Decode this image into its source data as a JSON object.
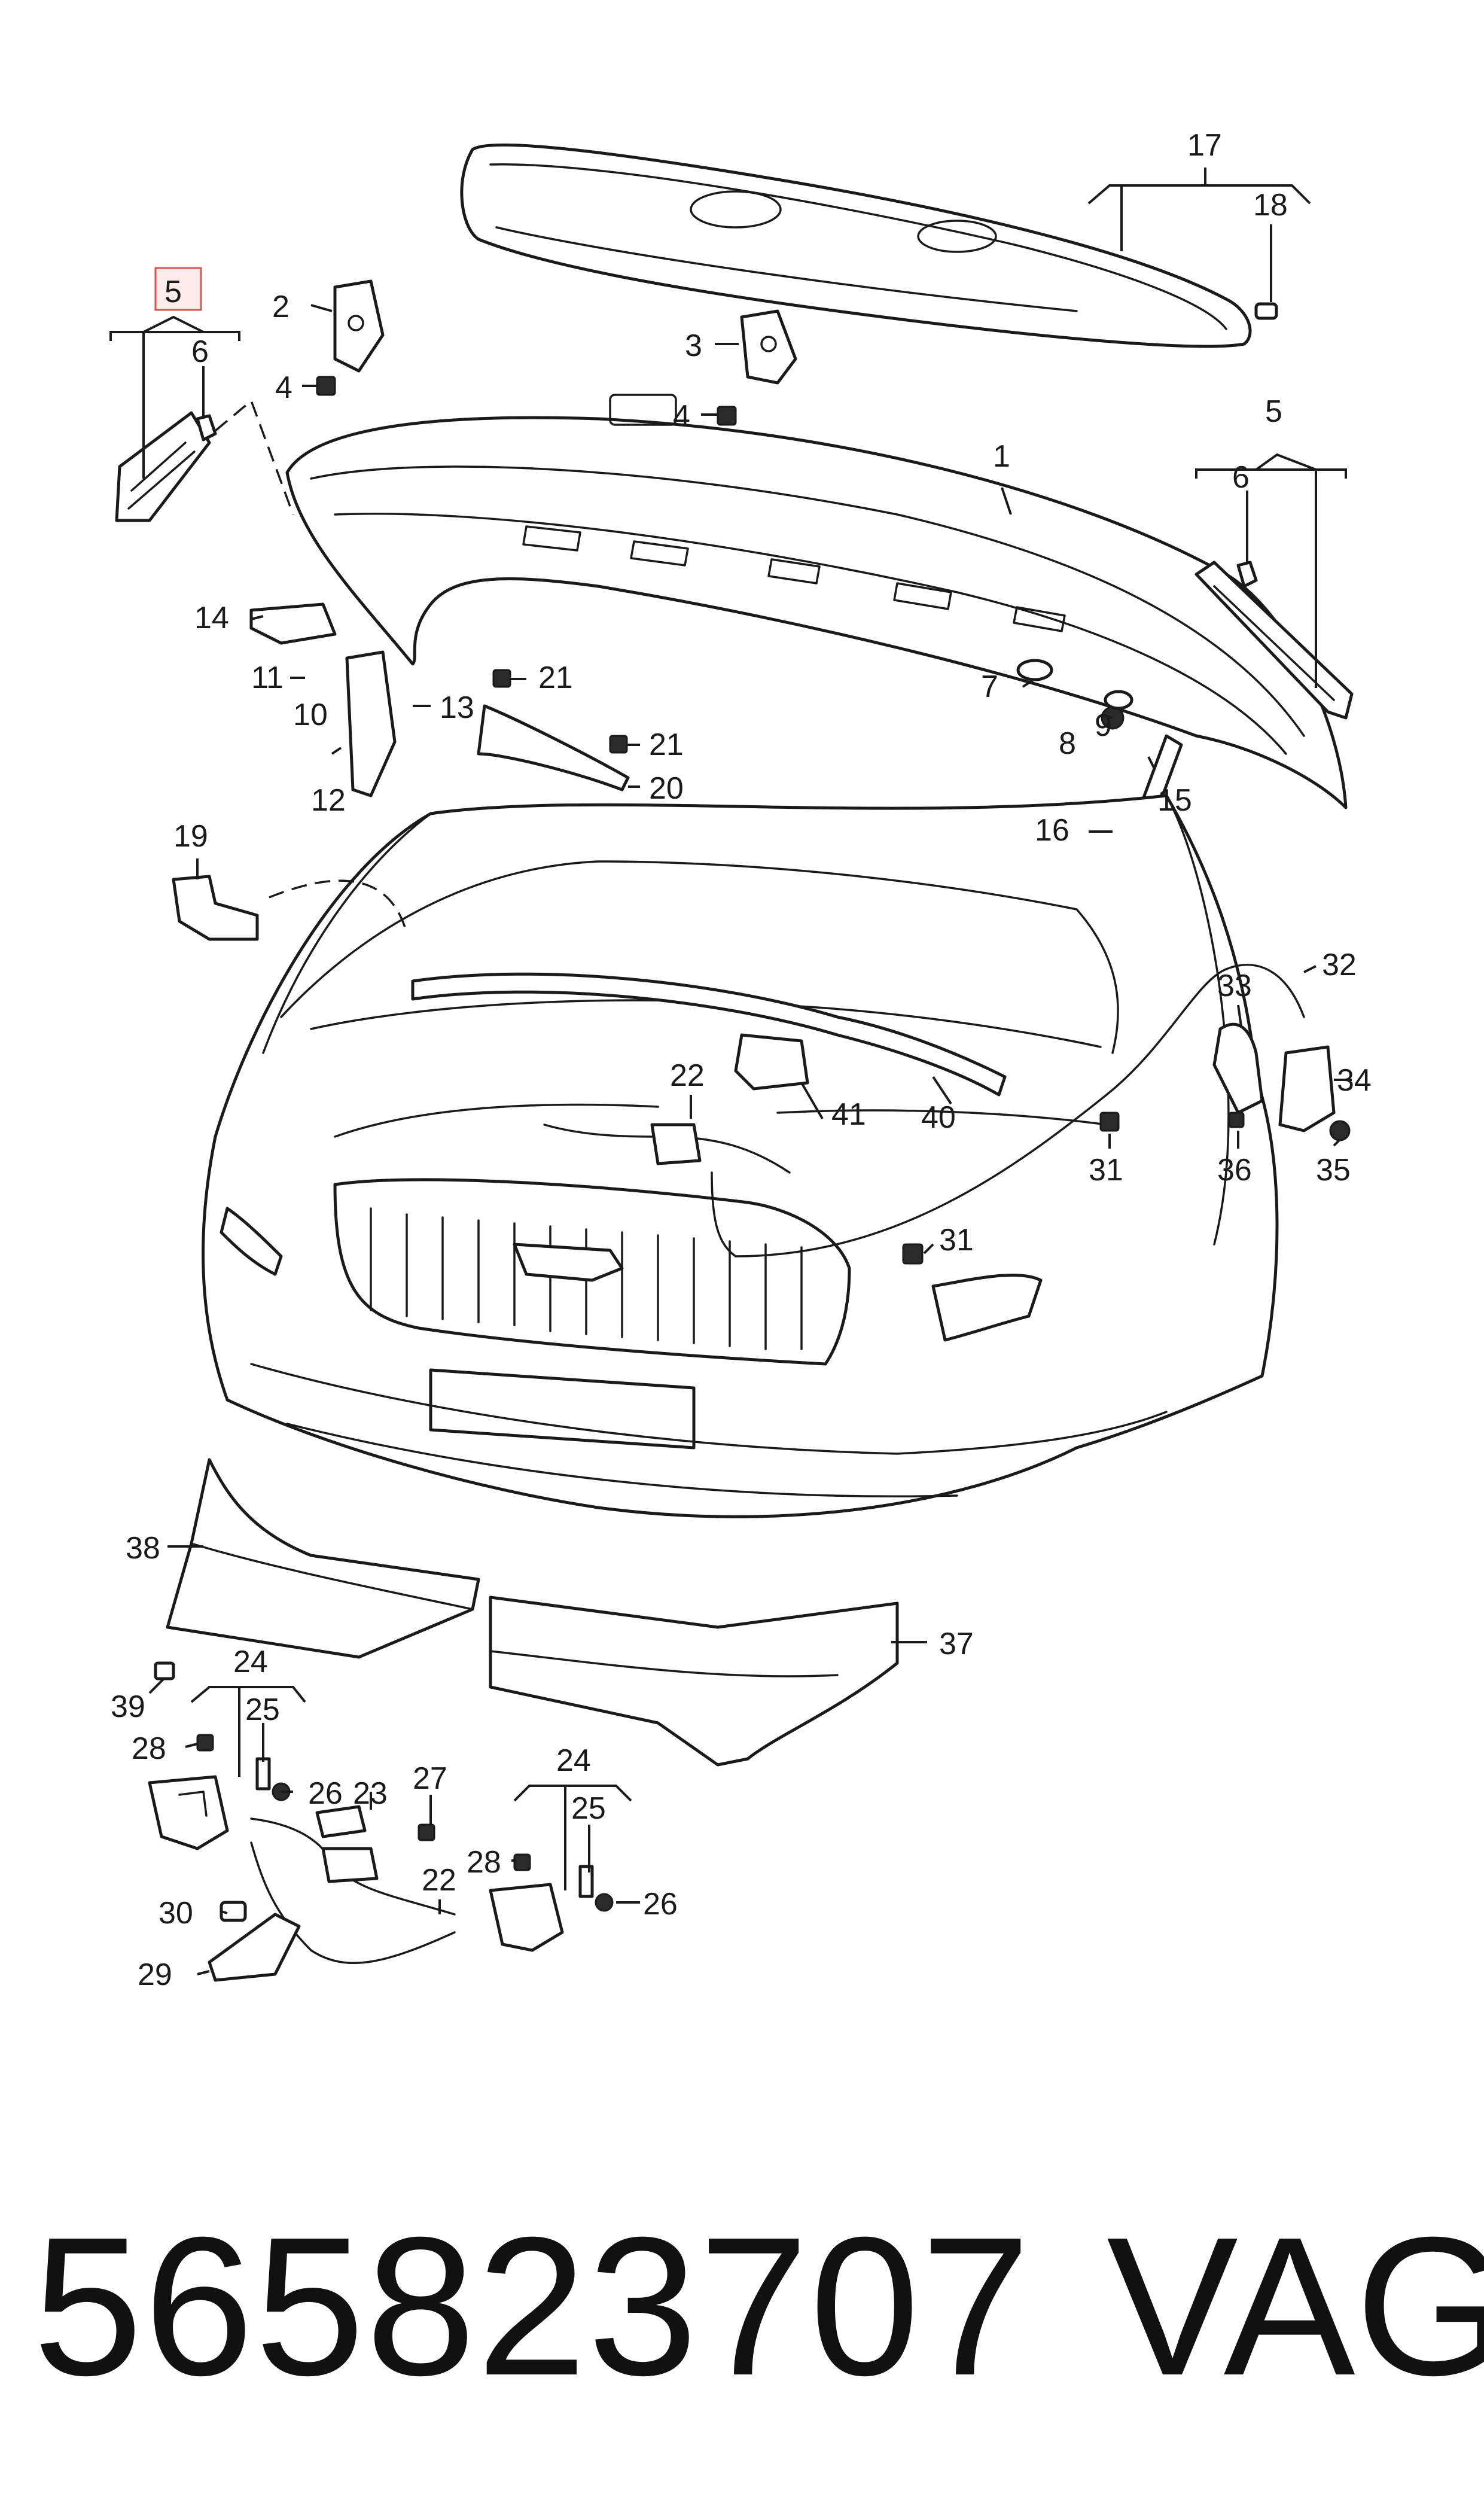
{
  "diagram": {
    "highlighted_callout": "5",
    "callouts": {
      "c1": "1",
      "c2": "2",
      "c3": "3",
      "c4a": "4",
      "c4b": "4",
      "c5a": "5",
      "c5b": "5",
      "c6a": "6",
      "c6b": "6",
      "c7": "7",
      "c8": "8",
      "c9": "9",
      "c10": "10",
      "c11": "11",
      "c12": "12",
      "c13": "13",
      "c14": "14",
      "c15": "15",
      "c16": "16",
      "c17": "17",
      "c18": "18",
      "c19": "19",
      "c20": "20",
      "c21a": "21",
      "c21b": "21",
      "c22a": "22",
      "c22b": "22",
      "c23": "23",
      "c24a": "24",
      "c24b": "24",
      "c25a": "25",
      "c25b": "25",
      "c26a": "26",
      "c26b": "26",
      "c27": "27",
      "c28a": "28",
      "c28b": "28",
      "c29": "29",
      "c30": "30",
      "c31a": "31",
      "c31b": "31",
      "c32": "32",
      "c33": "33",
      "c34": "34",
      "c35": "35",
      "c36": "36",
      "c37": "37",
      "c38": "38",
      "c39": "39",
      "c40": "40",
      "c41": "41"
    }
  },
  "footer": {
    "part_number": "565823707",
    "brand": "VAG"
  }
}
